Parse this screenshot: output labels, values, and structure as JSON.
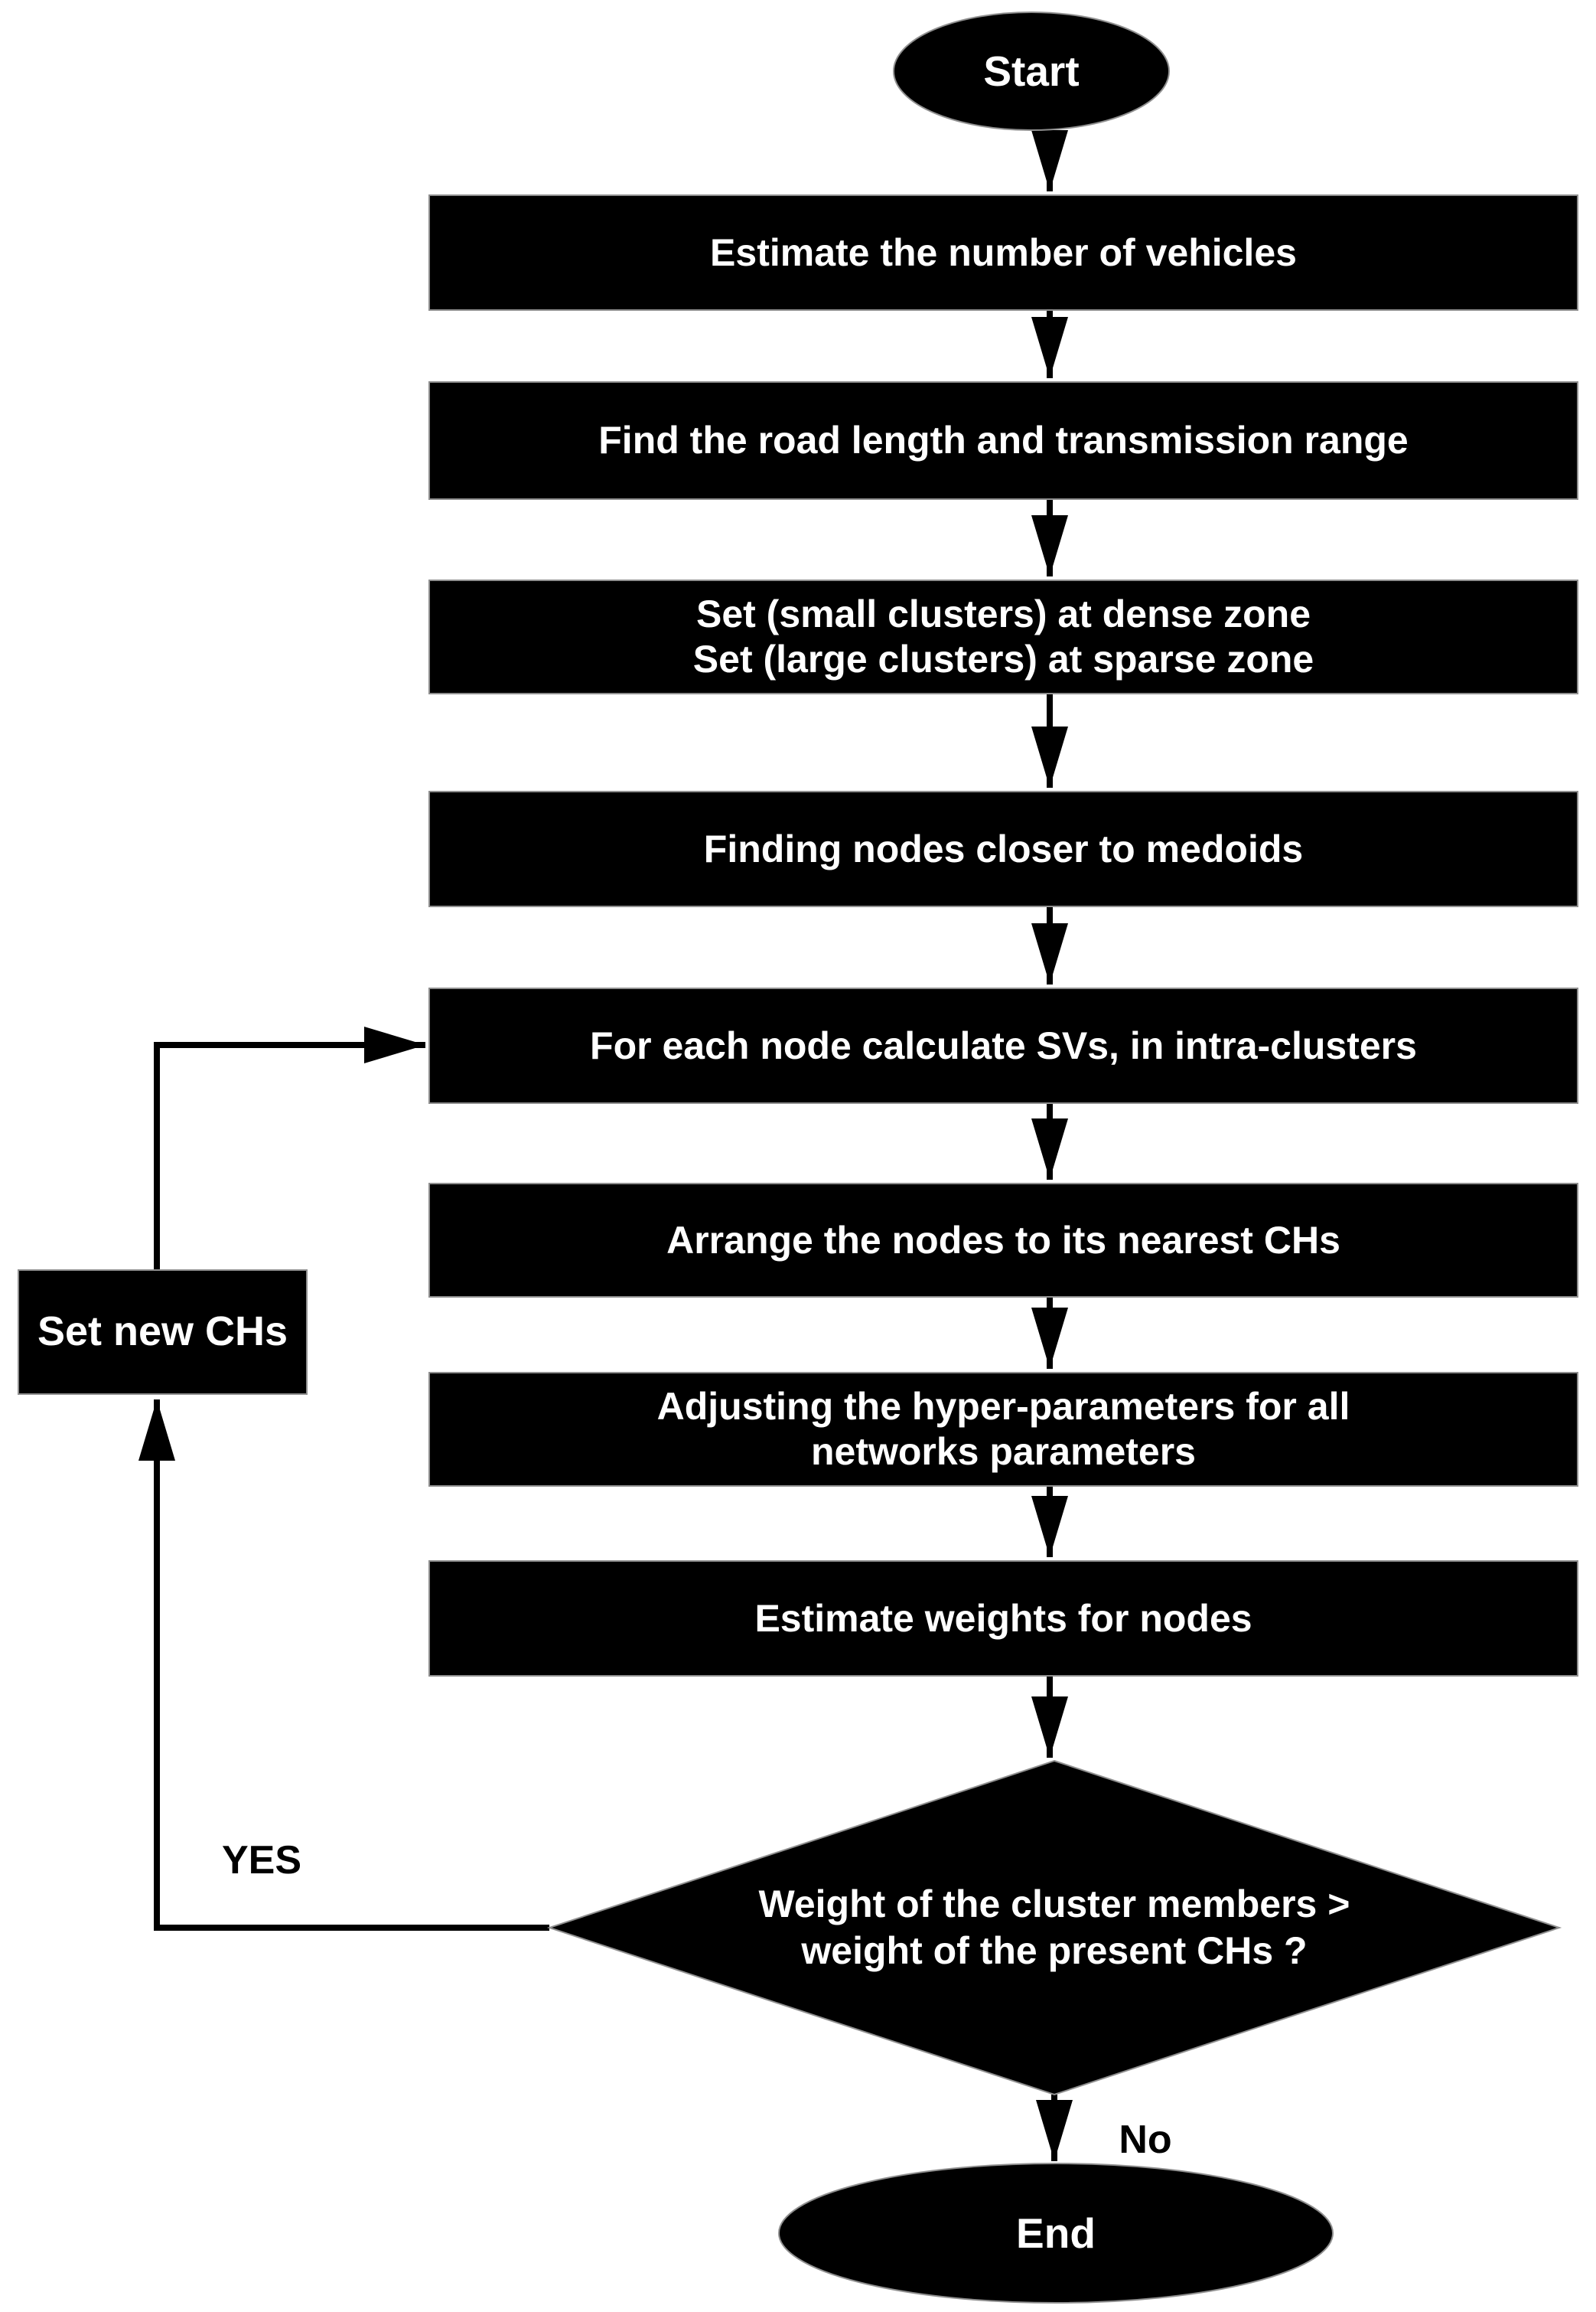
{
  "flowchart": {
    "terminals": {
      "start": "Start",
      "end": "End"
    },
    "steps": [
      {
        "label": "Estimate the number of vehicles"
      },
      {
        "label": "Find the road length and transmission range"
      },
      {
        "label": "Set (small clusters) at dense zone\nSet (large clusters) at sparse zone"
      },
      {
        "label": "Finding nodes closer to medoids"
      },
      {
        "label": "For each node calculate SVs, in intra-clusters"
      },
      {
        "label": "Arrange the nodes to its nearest CHs"
      },
      {
        "label": "Adjusting the hyper-parameters for all\nnetworks parameters"
      },
      {
        "label": "Estimate weights for nodes"
      }
    ],
    "decision": {
      "label": "Weight of the cluster members >\nweight of the present CHs ?"
    },
    "loop_action": {
      "label": "Set new CHs"
    },
    "branch_labels": {
      "yes": "YES",
      "no": "No"
    },
    "colors": {
      "background": "#ffffff",
      "shape_fill": "#000000",
      "shape_text": "#ffffff",
      "connector": "#000000",
      "branch_label_text": "#000000"
    }
  }
}
